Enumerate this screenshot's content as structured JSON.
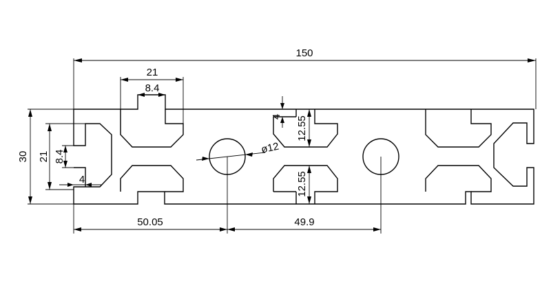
{
  "drawing": {
    "type": "aluminum extrusion profile cross-section",
    "dimensions": {
      "overall_width": "150",
      "top_slot_width": "21",
      "top_slot_opening": "8.4",
      "slot_depth": "4",
      "top_slot_offset": "12.55",
      "bottom_slot_offset": "12.55",
      "hole_diameter": "ø12",
      "height": "30",
      "end_slot_width": "21",
      "end_slot_opening": "8.4",
      "end_slot_depth": "4",
      "hole1_position": "50.05",
      "hole2_spacing": "49.9"
    }
  }
}
